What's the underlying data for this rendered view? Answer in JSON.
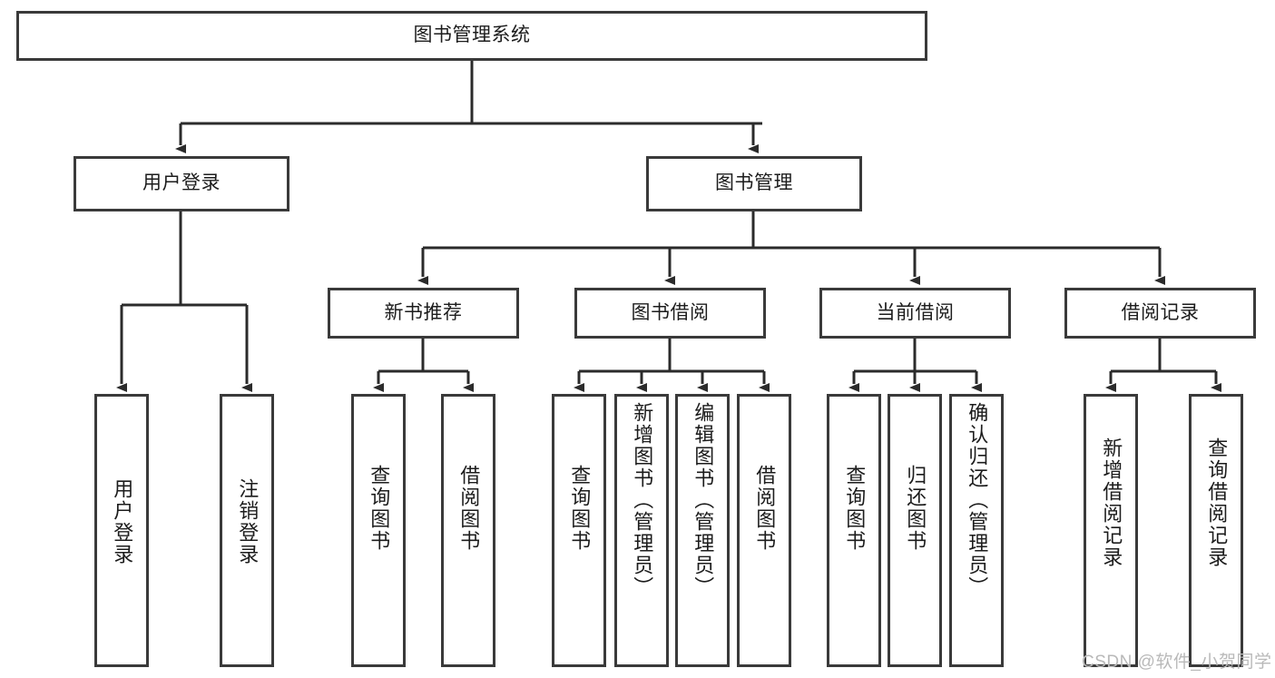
{
  "diagram": {
    "title": "图书管理系统",
    "watermark": "CSDN @软件_小贺同学",
    "colors": {
      "background": "#ffffff",
      "box_border": "#3a3a3a",
      "box_fill": "#ffffff",
      "connector": "#2b2b2b",
      "text": "#1c1c1c",
      "watermark": "#b9b9b9"
    },
    "nodes": {
      "root": "图书管理系统",
      "level2": [
        "用户登录",
        "图书管理"
      ],
      "level3": [
        "新书推荐",
        "图书借阅",
        "当前借阅",
        "借阅记录"
      ],
      "leaves": {
        "user_login": [
          "用户登录",
          "注销登录"
        ],
        "new_book_recommend": [
          "查询图书",
          "借阅图书"
        ],
        "book_borrow": [
          "查询图书",
          "新增图书（管理员）",
          "编辑图书（管理员）",
          "借阅图书"
        ],
        "current_borrow": [
          "查询图书",
          "归还图书",
          "确认归还（管理员）"
        ],
        "borrow_record": [
          "新增借阅记录",
          "查询借阅记录"
        ]
      }
    }
  }
}
